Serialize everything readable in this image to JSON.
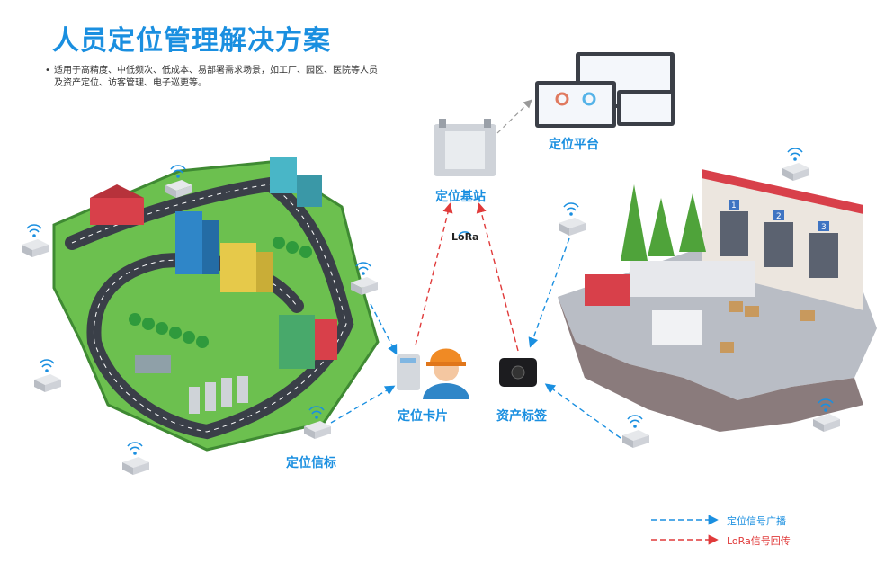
{
  "title": "人员定位管理解决方案",
  "subtitle": "适用于高精度、中低频次、低成本、易部署需求场景，如工厂、园区、医院等人员及资产定位、访客管理、电子巡更等。",
  "nodes": {
    "platform": "定位平台",
    "base_station": "定位基站",
    "card": "定位卡片",
    "asset_tag": "资产标签",
    "beacon": "定位信标",
    "lora": "LoRa"
  },
  "legend": {
    "broadcast": "定位信号广播",
    "lora_return": "LoRa信号回传"
  },
  "warehouse_doors": [
    "1",
    "2",
    "3"
  ],
  "colors": {
    "accent": "#1a8fe0",
    "lora_red": "#e03a3a",
    "road": "#3a3f48",
    "grass": "#5fb34a"
  }
}
